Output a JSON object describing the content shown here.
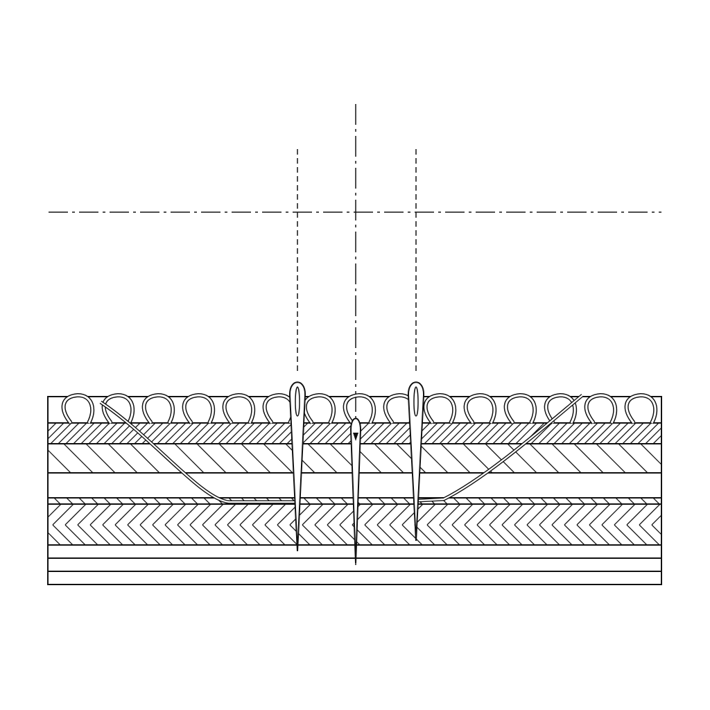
{
  "diagram": {
    "colors": {
      "stroke": "#111111",
      "background": "#ffffff"
    },
    "needle_count": 3,
    "layers": [
      "loop-stitch-surface",
      "dense-hatched-layer",
      "sparse-hatched-layer",
      "plain-layer",
      "thin-hatched-layer",
      "herringbone-layer",
      "base-layer-1",
      "base-layer-2"
    ]
  }
}
